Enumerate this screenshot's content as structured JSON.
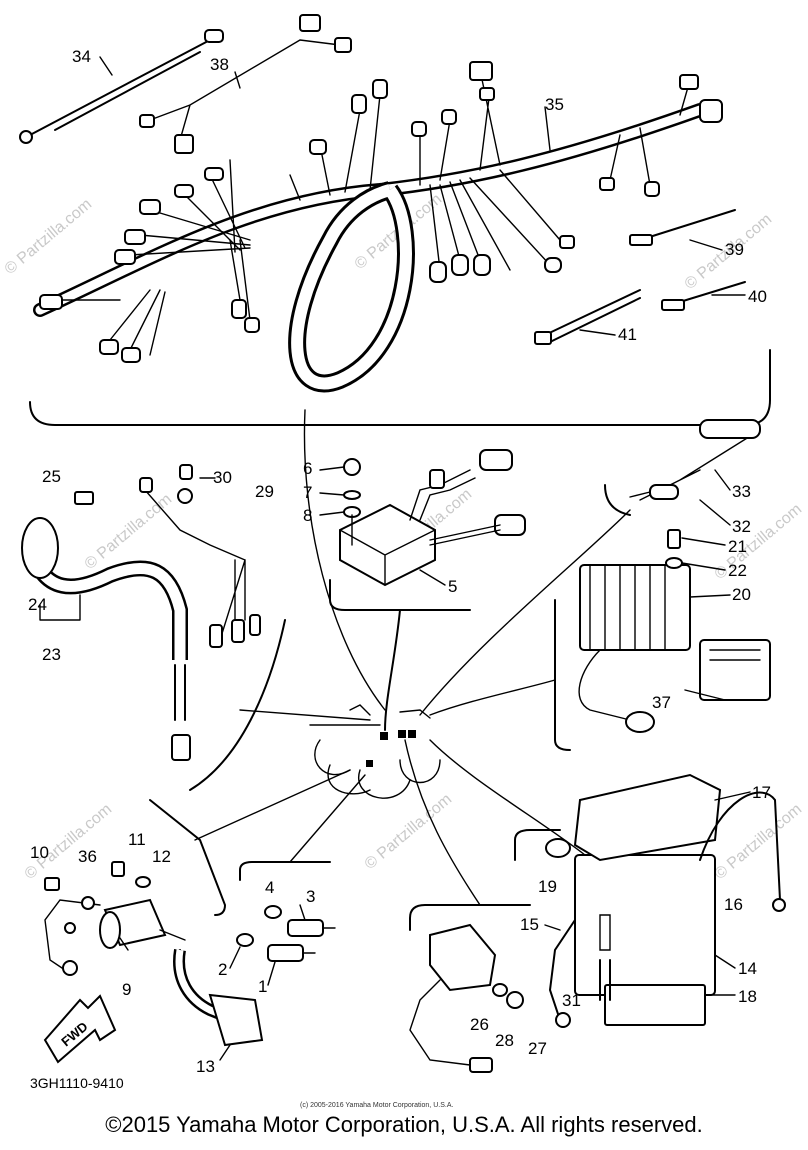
{
  "diagram": {
    "part_number": "3GH1110-9410",
    "fwd_label": "FWD",
    "small_copyright": "(c) 2005-2016 Yamaha Motor Corporation, U.S.A.",
    "watermark_text": "© Partzilla.com",
    "callouts": [
      "34",
      "38",
      "35",
      "39",
      "40",
      "41",
      "25",
      "30",
      "29",
      "24",
      "23",
      "6",
      "7",
      "8",
      "5",
      "33",
      "32",
      "21",
      "22",
      "20",
      "37",
      "17",
      "19",
      "16",
      "15",
      "14",
      "18",
      "31",
      "26",
      "28",
      "27",
      "10",
      "36",
      "11",
      "12",
      "9",
      "13",
      "4",
      "3",
      "2",
      "1"
    ]
  },
  "footer": {
    "copyright": "©2015 Yamaha Motor Corporation, U.S.A. All rights reserved."
  },
  "colors": {
    "ink": "#000000",
    "watermark": "#c9c9c9",
    "background": "#ffffff"
  }
}
